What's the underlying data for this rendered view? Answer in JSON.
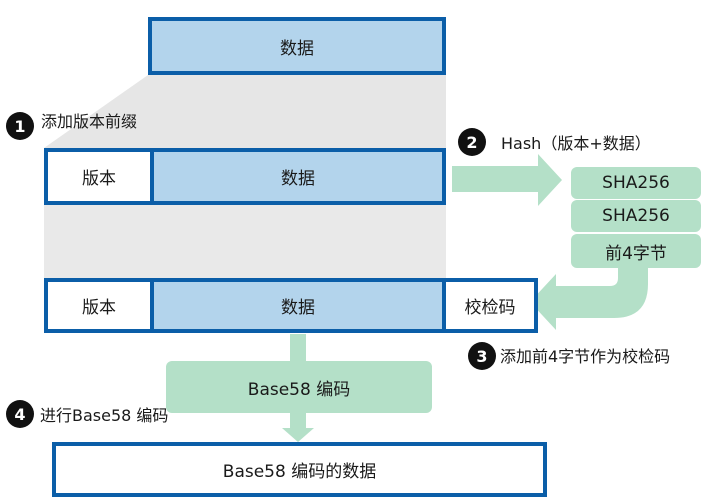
{
  "top": {
    "data": "数据"
  },
  "step1": {
    "num": "1",
    "label": "添加版本前缀"
  },
  "row1": {
    "version": "版本",
    "data": "数据"
  },
  "step2": {
    "num": "2",
    "label": "Hash（版本+数据）"
  },
  "hash": {
    "sha1": "SHA256",
    "sha2": "SHA256",
    "first4": "前4字节"
  },
  "row2": {
    "version": "版本",
    "data": "数据",
    "checksum": "校检码"
  },
  "step3": {
    "num": "3",
    "label": "添加前4字节作为校检码"
  },
  "encode": {
    "label": "Base58 编码"
  },
  "step4": {
    "num": "4",
    "label": "进行Base58 编码"
  },
  "result": {
    "label": "Base58 编码的数据"
  },
  "colors": {
    "blue_fill": "#b3d4ec",
    "blue_border": "#0b5ea8",
    "green": "#b4e0c8",
    "gray": "#e3e3e3"
  }
}
